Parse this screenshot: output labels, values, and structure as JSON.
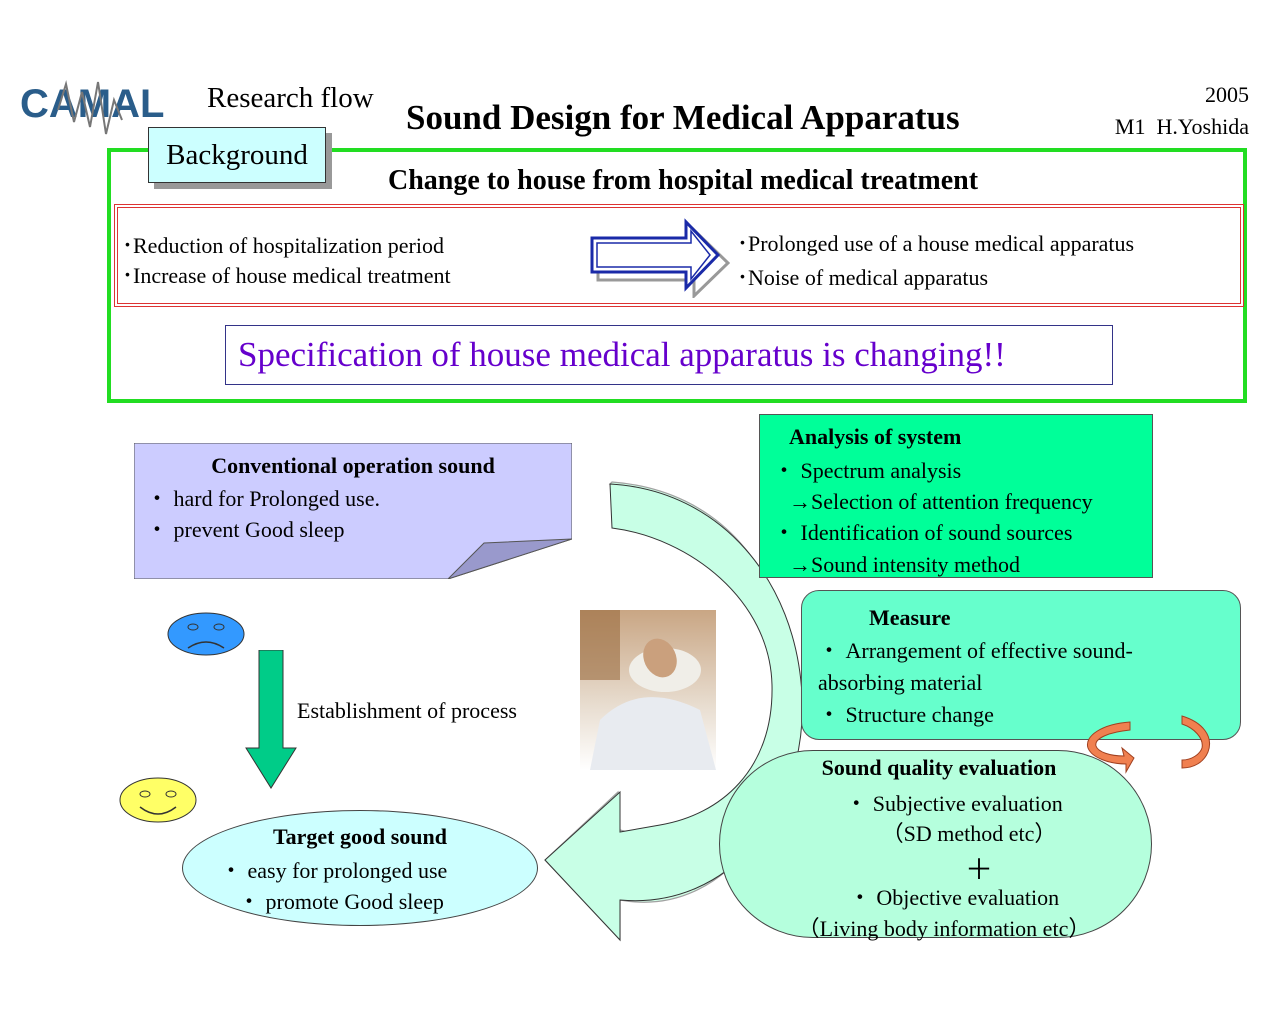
{
  "header": {
    "logo_text": "CAMAL",
    "research_flow": "Research flow",
    "title": "Sound Design for Medical Apparatus",
    "year": "2005",
    "author": "M1  H.Yoshida"
  },
  "background": {
    "tab_label": "Background",
    "change_heading": "Change to house from hospital medical treatment",
    "left_items": [
      "･Reduction of  hospitalization period",
      "･Increase of house medical treatment"
    ],
    "right_items": [
      "･Prolonged use of a house medical apparatus",
      "･Noise of medical apparatus"
    ],
    "specification": "Specification of house medical apparatus is changing!!"
  },
  "conventional": {
    "title": "Conventional operation sound",
    "items": [
      "・ hard for Prolonged use.",
      "・ prevent Good sleep"
    ]
  },
  "process_label": "Establishment of process",
  "analysis": {
    "title": "Analysis of system",
    "lines": [
      "・ Spectrum analysis",
      "→Selection of attention frequency",
      "・ Identification of sound sources",
      "→Sound intensity method"
    ]
  },
  "measure": {
    "title": "Measure",
    "lines": [
      "・ Arrangement of effective sound-",
      "absorbing material",
      "・ Structure change"
    ]
  },
  "sound_quality": {
    "title": "Sound quality evaluation",
    "lines": [
      "・ Subjective evaluation",
      "（SD method etc）",
      "＋",
      "・ Objective evaluation",
      "（Living body information etc）"
    ]
  },
  "target": {
    "title": "Target good sound",
    "items": [
      "・ easy for prolonged use",
      "・ promote Good sleep"
    ]
  },
  "colors": {
    "frame_green": "#22dd22",
    "spec_purple": "#6600cc",
    "conv_fill": "#ccccff",
    "analysis_fill": "#00ff99",
    "measure_fill": "#66ffcc",
    "cycle_fill": "#aaffd4",
    "target_fill": "#ccffff"
  },
  "icons": [
    "sad-face-icon",
    "smiley-face-icon",
    "down-arrow-icon",
    "right-arrow-icon",
    "cycle-arrow-icon",
    "rotate-arrows-icon",
    "sleeping-man-photo"
  ]
}
